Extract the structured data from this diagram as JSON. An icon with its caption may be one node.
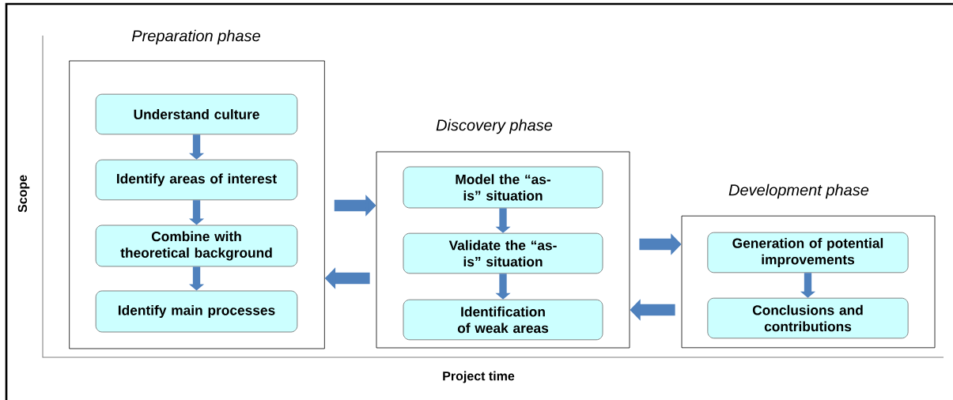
{
  "diagram": {
    "nodes": [
      {
        "text": [
          "Preparation phase"
        ]
      },
      {
        "text": [
          "Understand culture"
        ],
        "in": 0
      },
      {
        "text": [
          "Identify areas of interest"
        ],
        "in": 0
      },
      {
        "text": [
          "Combine with theoretical background"
        ],
        "in": 0
      },
      {
        "text": [
          "Identify main processes"
        ],
        "in": 0
      },
      {
        "text": [
          "Discovery phase"
        ]
      },
      {
        "text": [
          "Model the “as-is” situation"
        ],
        "in": 5
      },
      {
        "text": [
          "Validate the “as-is” situation"
        ],
        "in": 5
      },
      {
        "text": [
          "Identification of weak areas"
        ],
        "in": 5
      },
      {
        "text": [
          "Development phase"
        ]
      },
      {
        "text": [
          "Generation of potential improvements"
        ],
        "in": 9
      },
      {
        "text": [
          "Conclusions and contributions"
        ],
        "in": 9
      }
    ],
    "edges": [
      {
        "from": 1,
        "to": 2,
        "arrow": "to"
      },
      {
        "from": 2,
        "to": 3,
        "arrow": "to"
      },
      {
        "from": 3,
        "to": 4,
        "arrow": "to"
      },
      {
        "from": 0,
        "to": 5,
        "arrow": "to"
      },
      {
        "from": 5,
        "to": 0,
        "arrow": "to"
      },
      {
        "from": 6,
        "to": 7,
        "arrow": "to"
      },
      {
        "from": 7,
        "to": 8,
        "arrow": "to"
      },
      {
        "from": 5,
        "to": 9,
        "arrow": "to"
      },
      {
        "from": 9,
        "to": 5,
        "arrow": "to"
      },
      {
        "from": 10,
        "to": 11,
        "arrow": "to"
      }
    ],
    "labels": [
      "Scope",
      "Project time"
    ]
  }
}
